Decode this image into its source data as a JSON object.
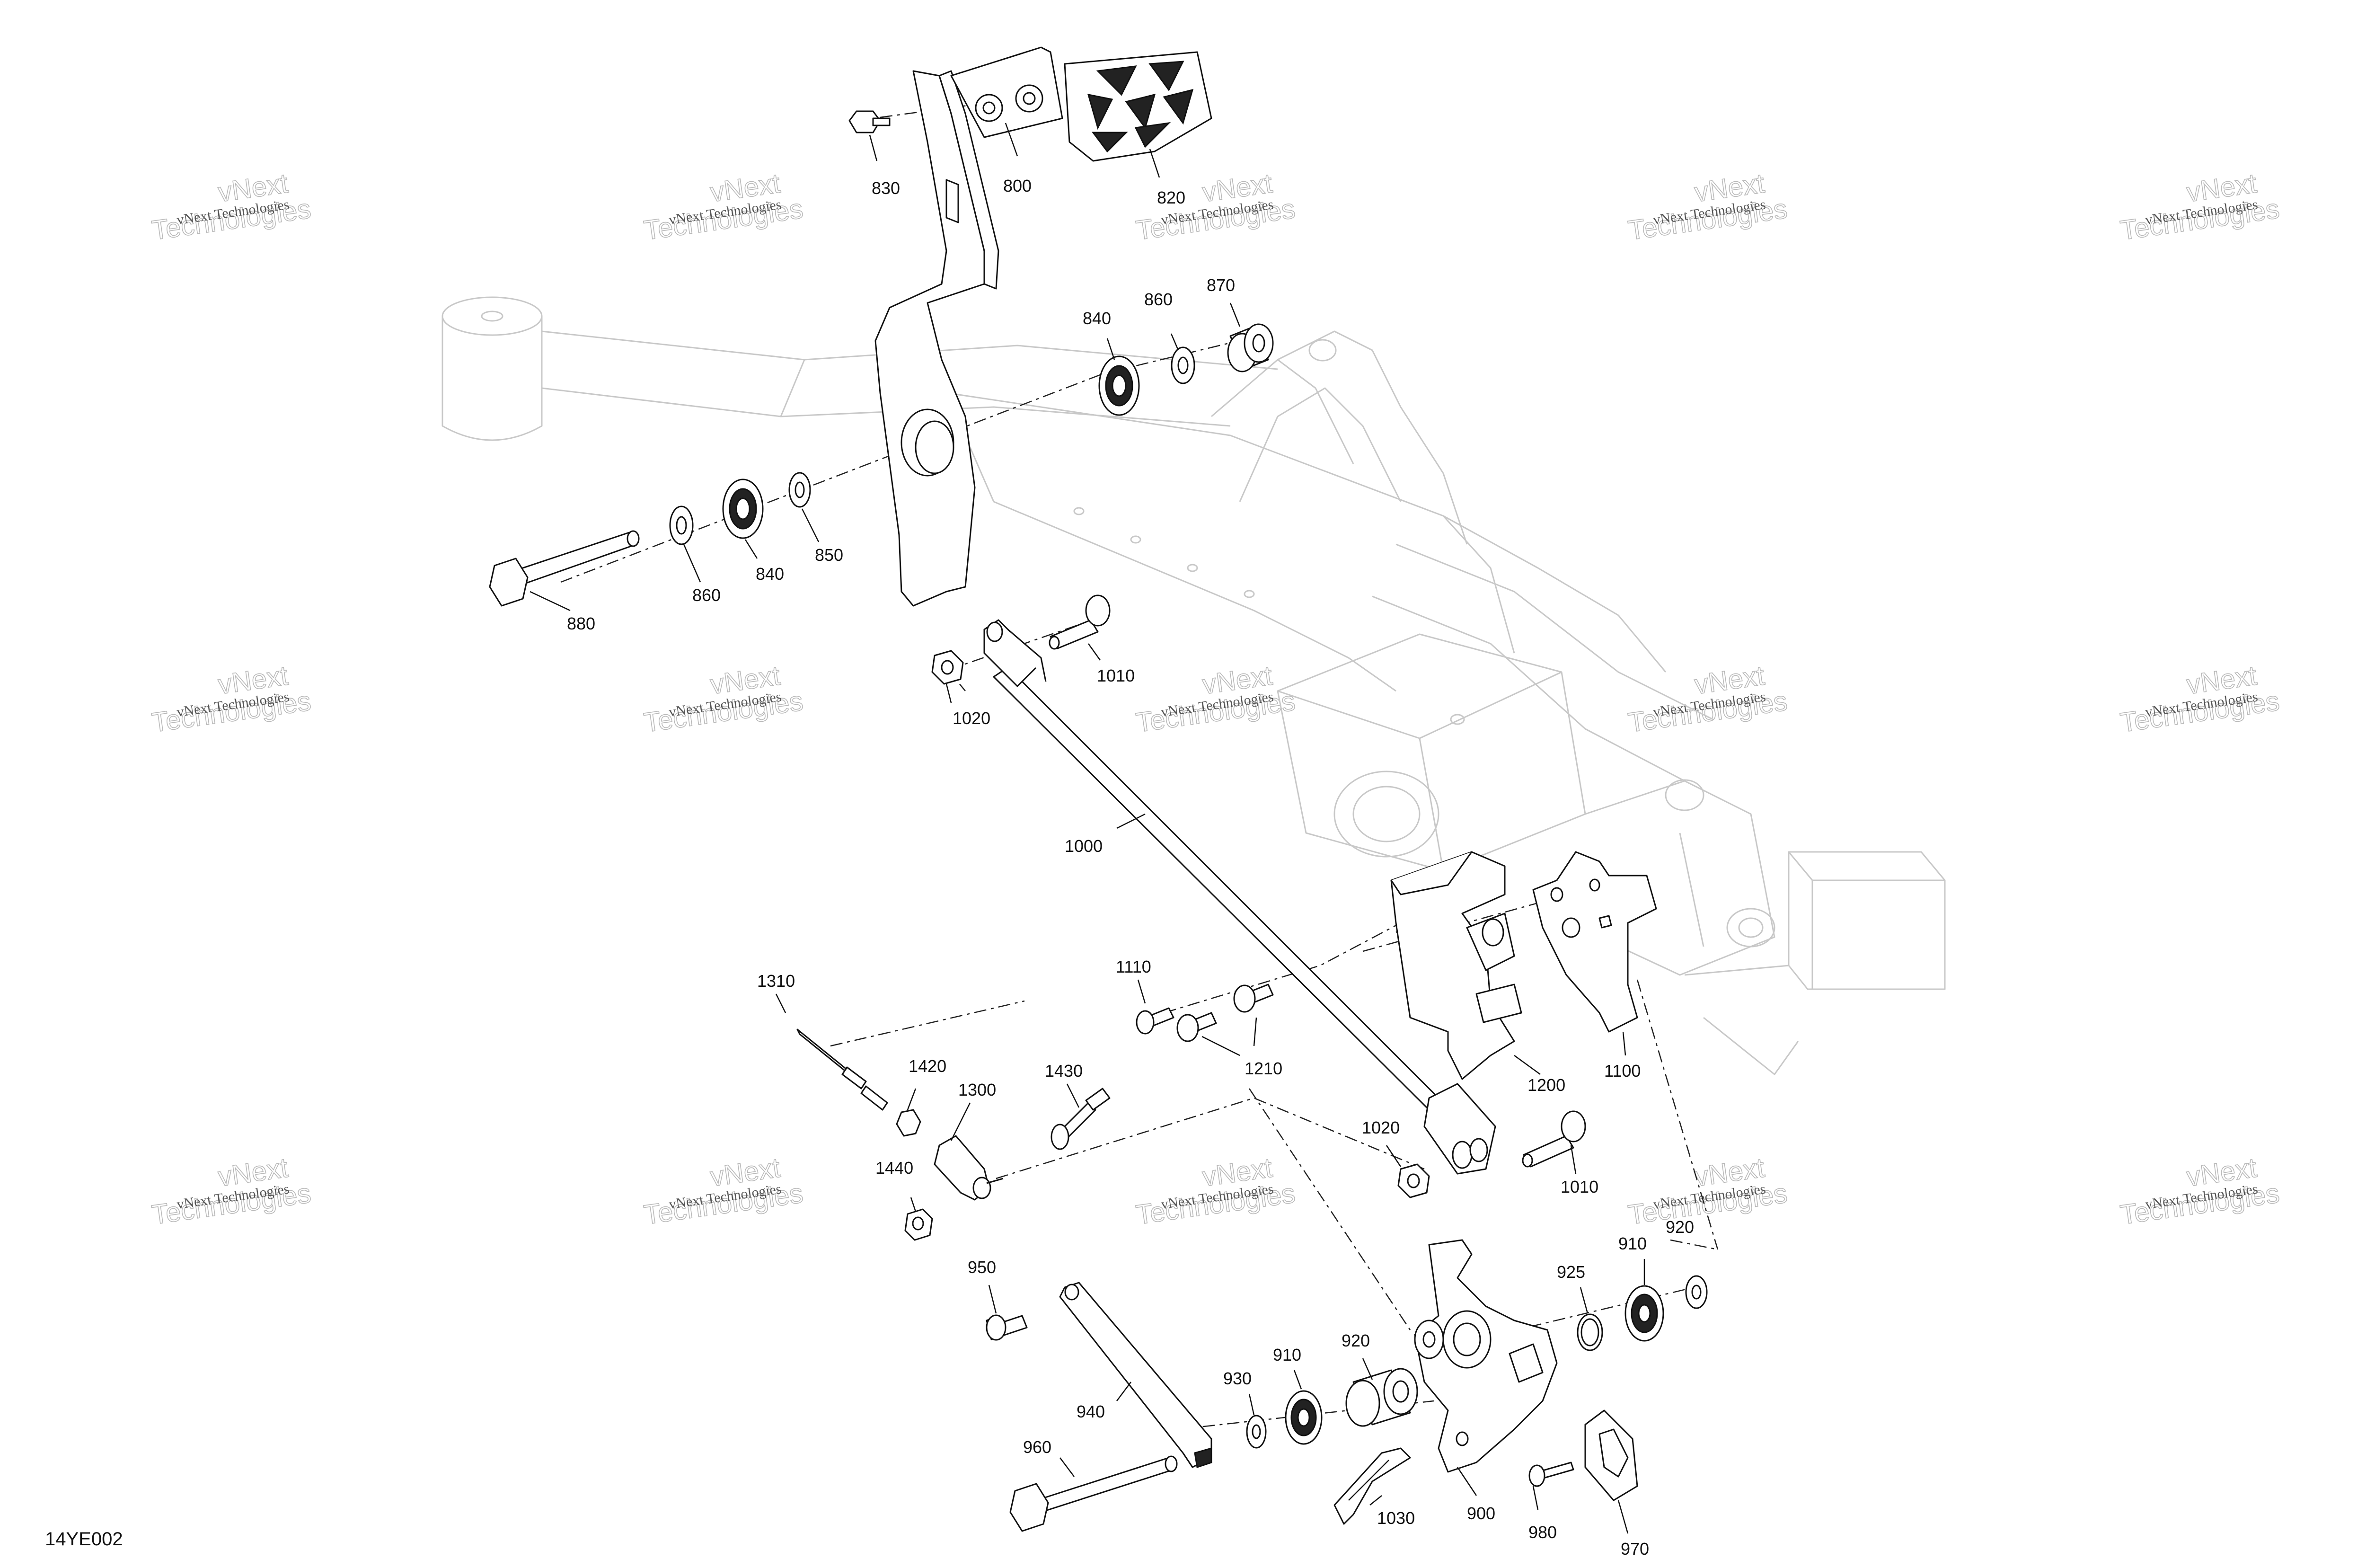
{
  "diagram": {
    "document_code": "14YE002",
    "watermark": {
      "line1": "vNext",
      "line2": "Technologies",
      "caption": "vNext Technologies",
      "big": "Technologies"
    },
    "callouts": [
      {
        "id": "c800",
        "label": "800"
      },
      {
        "id": "c820",
        "label": "820"
      },
      {
        "id": "c830",
        "label": "830"
      },
      {
        "id": "c840a",
        "label": "840"
      },
      {
        "id": "c860a",
        "label": "860"
      },
      {
        "id": "c870",
        "label": "870"
      },
      {
        "id": "c880",
        "label": "880"
      },
      {
        "id": "c860b",
        "label": "860"
      },
      {
        "id": "c840b",
        "label": "840"
      },
      {
        "id": "c850",
        "label": "850"
      },
      {
        "id": "c1010a",
        "label": "1010"
      },
      {
        "id": "c1020a",
        "label": "1020"
      },
      {
        "id": "c1000",
        "label": "1000"
      },
      {
        "id": "c1310",
        "label": "1310"
      },
      {
        "id": "c1110",
        "label": "1110"
      },
      {
        "id": "c1420",
        "label": "1420"
      },
      {
        "id": "c1300",
        "label": "1300"
      },
      {
        "id": "c1430",
        "label": "1430"
      },
      {
        "id": "c1210",
        "label": "1210"
      },
      {
        "id": "c1200",
        "label": "1200"
      },
      {
        "id": "c1100",
        "label": "1100"
      },
      {
        "id": "c1020b",
        "label": "1020"
      },
      {
        "id": "c1440",
        "label": "1440"
      },
      {
        "id": "c1010b",
        "label": "1010"
      },
      {
        "id": "c950",
        "label": "950"
      },
      {
        "id": "c925",
        "label": "925"
      },
      {
        "id": "c910a",
        "label": "910"
      },
      {
        "id": "c920a",
        "label": "920"
      },
      {
        "id": "c920b",
        "label": "920"
      },
      {
        "id": "c930",
        "label": "930"
      },
      {
        "id": "c910b",
        "label": "910"
      },
      {
        "id": "c940",
        "label": "940"
      },
      {
        "id": "c960",
        "label": "960"
      },
      {
        "id": "c1030",
        "label": "1030"
      },
      {
        "id": "c900",
        "label": "900"
      },
      {
        "id": "c980",
        "label": "980"
      },
      {
        "id": "c970",
        "label": "970"
      }
    ]
  }
}
